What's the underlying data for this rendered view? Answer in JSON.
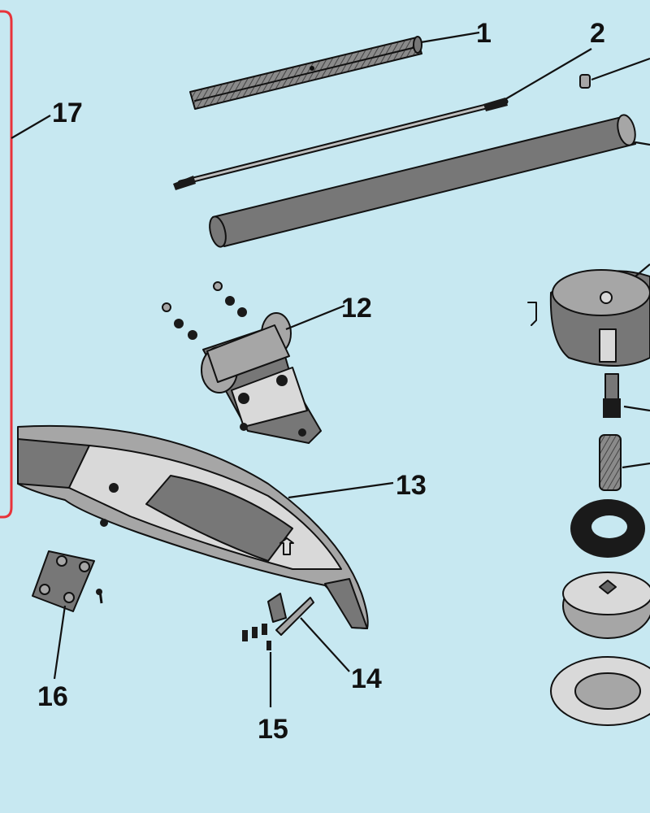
{
  "diagram": {
    "part_labels": [
      "1",
      "2",
      "17",
      "12",
      "13",
      "14",
      "15",
      "16"
    ],
    "colors": {
      "background": "#c7e8f1",
      "highlight_frame": "#e8333a",
      "part_fill": "#7a7a7a",
      "ink": "#111111"
    }
  }
}
